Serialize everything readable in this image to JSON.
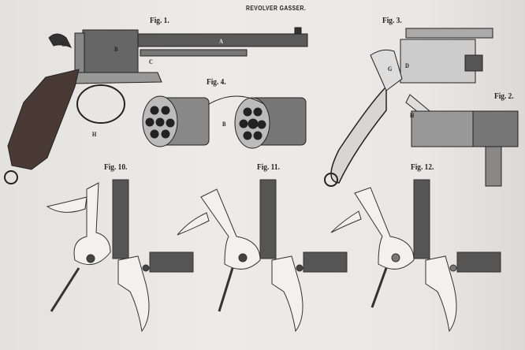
{
  "title": "REVOLVER GASSER.",
  "figures": {
    "fig1": "Fig. 1.",
    "fig2": "Fig. 2.",
    "fig3": "Fig. 3.",
    "fig4": "Fig. 4.",
    "fig10": "Fig. 10.",
    "fig11": "Fig. 11.",
    "fig12": "Fig. 12."
  },
  "parts": {
    "barrel": "A",
    "cylinder": "B",
    "rod": "C",
    "hammer": "G",
    "trigger": "H",
    "cylinders_b": "B",
    "fig3_hammer": "G",
    "fig3_d": "D",
    "fig3_trigger": "H"
  }
}
